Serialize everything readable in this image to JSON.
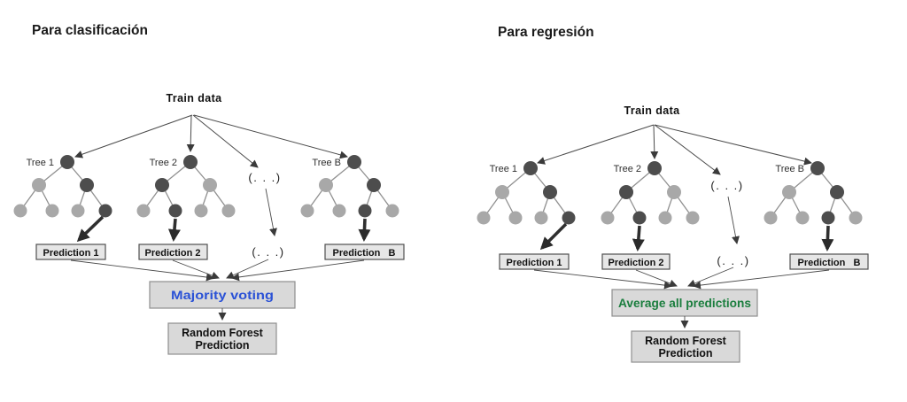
{
  "page": {
    "background": "#ffffff"
  },
  "colors": {
    "node_light": "#a8a8a8",
    "node_dark": "#4d4d4d",
    "edge_gray": "#909090",
    "arrow_dark": "#3a3a3a",
    "box_fill": "#d9d9d9",
    "box_border": "#8f8f8f",
    "prediction_fill": "#e6e6e6",
    "prediction_border": "#4f4f4f",
    "majority_voting_blue": "#2b52d6",
    "average_green": "#1b7e3e"
  },
  "panels": [
    {
      "title": "Para clasificación",
      "train_label": "Train data",
      "tree_labels": [
        "Tree 1",
        "Tree 2",
        "Tree B"
      ],
      "ellipsis_mid": "(. . .)",
      "ellipsis_bottom": "(. . .)",
      "prediction_labels": [
        "Prediction 1",
        "Prediction 2",
        "Prediction   B"
      ],
      "aggregator_label": "Majority voting",
      "aggregator_color": "#2b52d6",
      "final_box": {
        "line1": "Random Forest",
        "line2": "Prediction"
      }
    },
    {
      "title": "Para regresión",
      "train_label": "Train data",
      "tree_labels": [
        "Tree 1",
        "Tree 2",
        "Tree B"
      ],
      "ellipsis_mid": "(. . .)",
      "ellipsis_bottom": "(. . .)",
      "prediction_labels": [
        "Prediction 1",
        "Prediction 2",
        "Prediction   B"
      ],
      "aggregator_label": "Average all predictions",
      "aggregator_color": "#1b7e3e",
      "final_box": {
        "line1": "Random Forest",
        "line2": "Prediction"
      }
    }
  ]
}
